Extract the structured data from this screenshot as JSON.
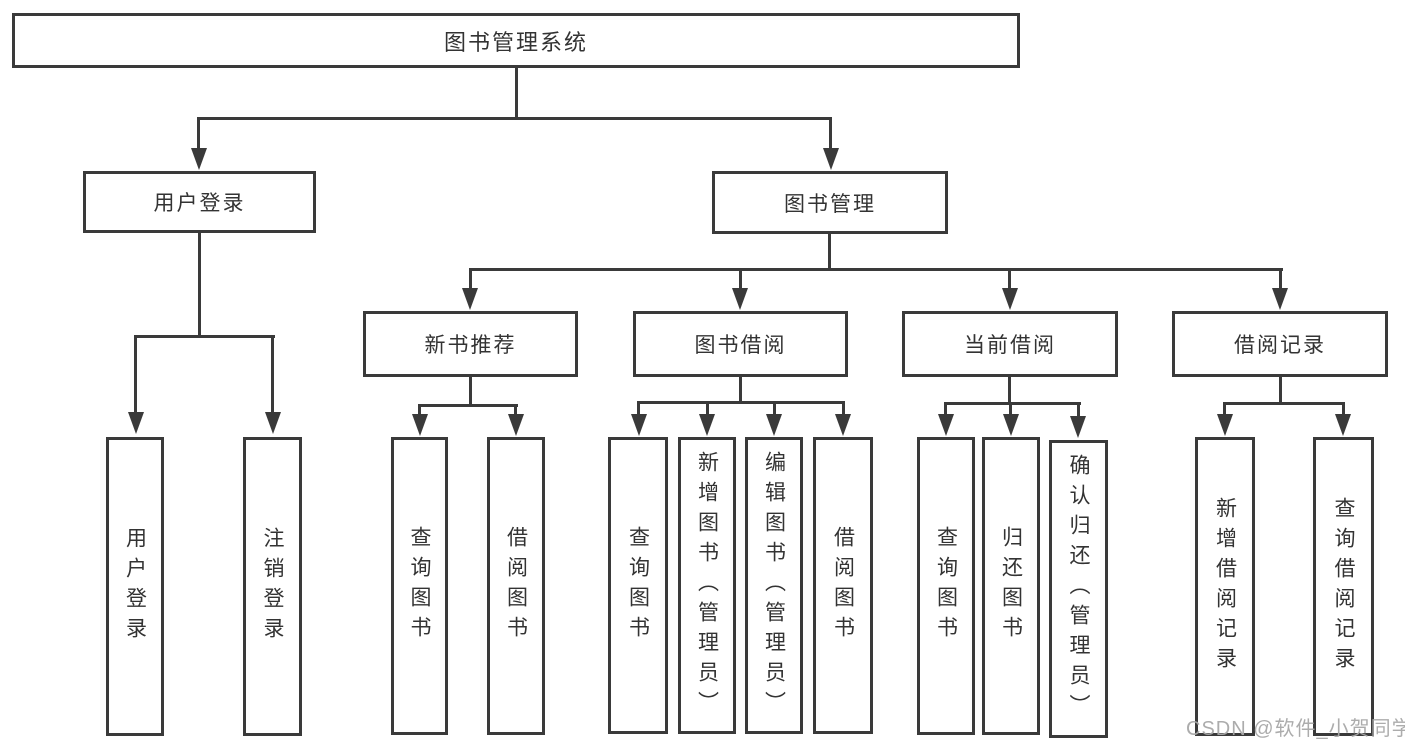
{
  "diagram": {
    "root": {
      "label": "图书管理系统",
      "children": [
        {
          "label": "用户登录",
          "children": [
            {
              "label": "用户登录"
            },
            {
              "label": "注销登录"
            }
          ]
        },
        {
          "label": "图书管理",
          "children": [
            {
              "label": "新书推荐",
              "children": [
                {
                  "label": "查询图书"
                },
                {
                  "label": "借阅图书"
                }
              ]
            },
            {
              "label": "图书借阅",
              "children": [
                {
                  "label": "查询图书"
                },
                {
                  "label": "新增图书（管理员）"
                },
                {
                  "label": "编辑图书（管理员）"
                },
                {
                  "label": "借阅图书"
                }
              ]
            },
            {
              "label": "当前借阅",
              "children": [
                {
                  "label": "查询图书"
                },
                {
                  "label": "归还图书"
                },
                {
                  "label": "确认归还（管理员）"
                }
              ]
            },
            {
              "label": "借阅记录",
              "children": [
                {
                  "label": "新增借阅记录"
                },
                {
                  "label": "查询借阅记录"
                }
              ]
            }
          ]
        }
      ]
    }
  },
  "watermark": {
    "text": "CSDN @软件_小贺同学"
  },
  "colors": {
    "line": "#3a3a3a",
    "text": "#333333",
    "box_background": "#ffffff",
    "watermark": "#a8a8a8"
  }
}
